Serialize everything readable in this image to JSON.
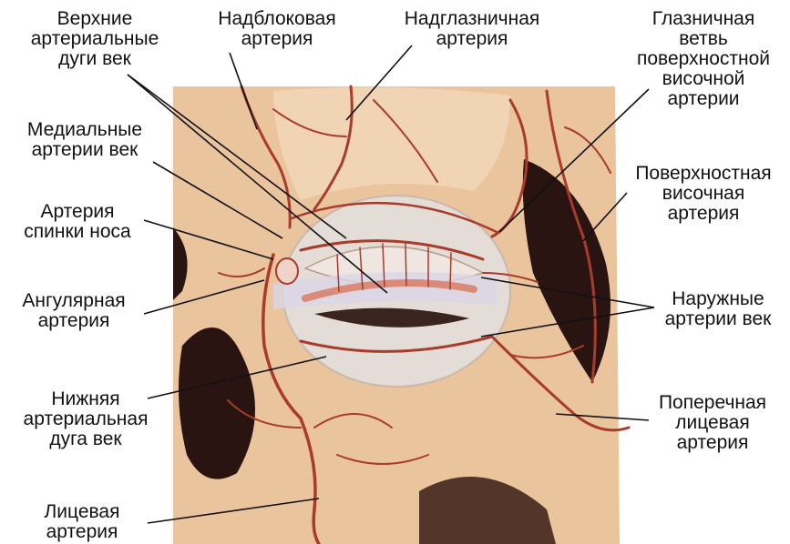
{
  "colors": {
    "skin": "#e9c49c",
    "skin_light": "#f2dcbd",
    "cavity": "#2a1412",
    "artery": "#a83b2a",
    "eyeball": "#e4dcd6",
    "leader": "#111111"
  },
  "labels": {
    "upper_arcades": "Верхние\nартериальные\nдуги век",
    "supratrochlear": "Надблоковая\nартерия",
    "supraorbital": "Надглазничная\nартерия",
    "orbital_branch": "Глазничная\nветвь\nповерхностной\nвисочной\nартерии",
    "medial_palpebral": "Медиальные\nартерии век",
    "dorsal_nasal": "Артерия\nспинки носа",
    "superficial_temporal": "Поверхностная\nвисочная\nартерия",
    "angular": "Ангулярная\nартерия",
    "lateral_palpebral": "Наружные\nартерии век",
    "lower_arcade": "Нижняя\nартериальная\nдуга век",
    "transverse_facial": "Поперечная\nлицевая\nартерия",
    "facial": "Лицевая\nартерия"
  }
}
